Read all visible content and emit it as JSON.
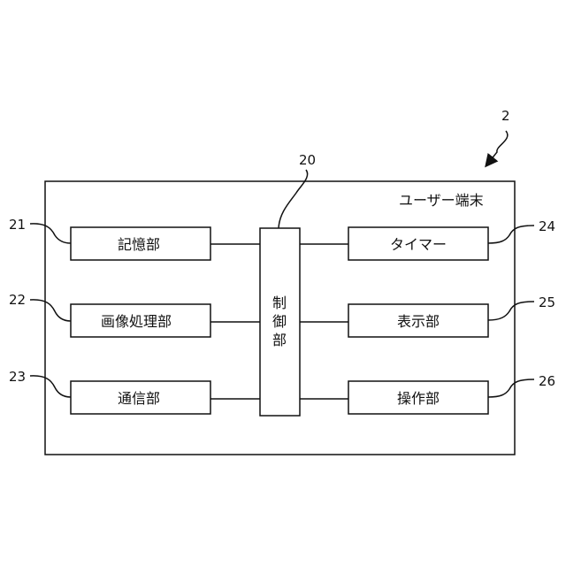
{
  "diagram": {
    "device_ref": "2",
    "device_title": "ユーザー端末",
    "controller": {
      "ref": "20",
      "chars": [
        "制",
        "御",
        "部"
      ]
    },
    "left_units": [
      {
        "ref": "21",
        "label": "記憶部"
      },
      {
        "ref": "22",
        "label": "画像処理部"
      },
      {
        "ref": "23",
        "label": "通信部"
      }
    ],
    "right_units": [
      {
        "ref": "24",
        "label": "タイマー"
      },
      {
        "ref": "25",
        "label": "表示部"
      },
      {
        "ref": "26",
        "label": "操作部"
      }
    ]
  }
}
